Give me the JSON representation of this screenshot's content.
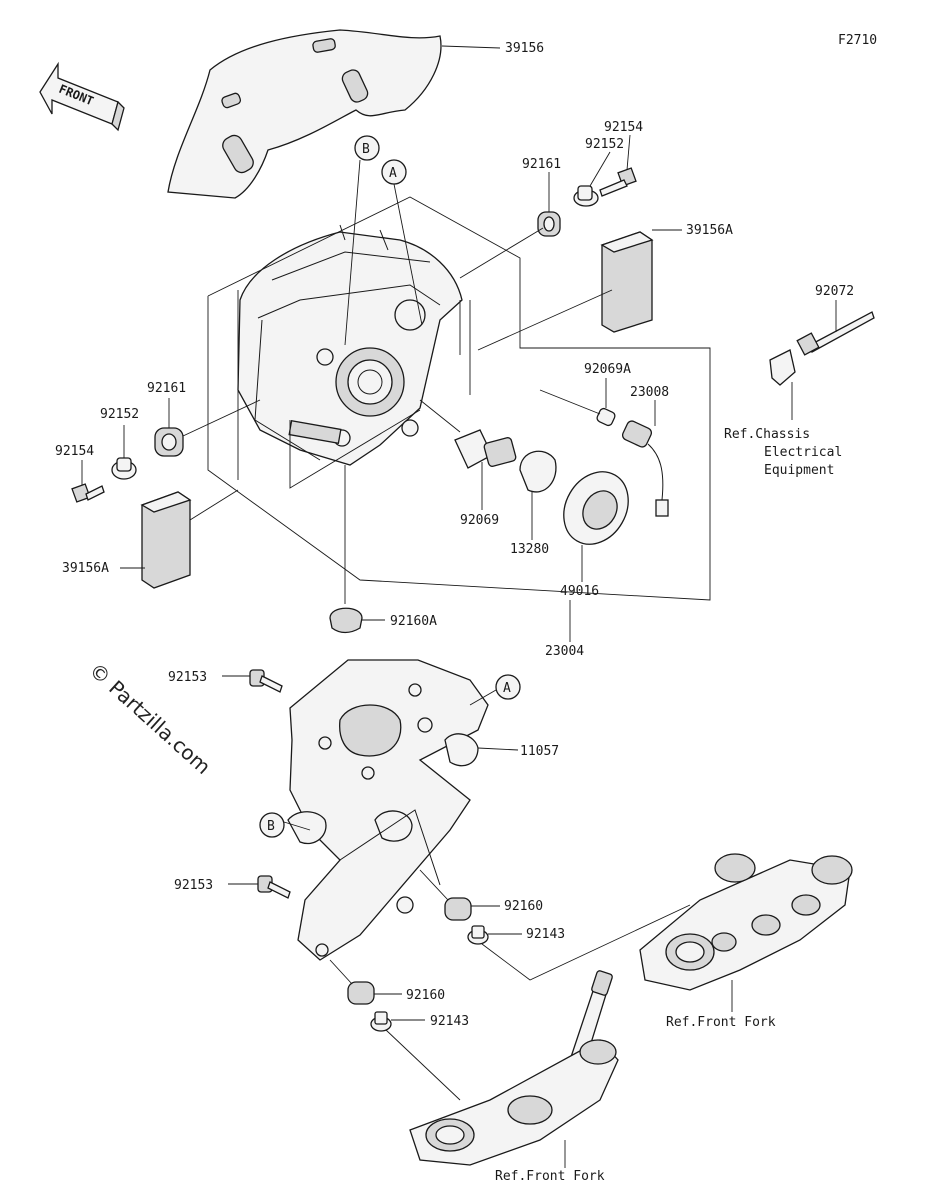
{
  "diagram_id": "F2710",
  "watermark": "© Partzilla.com",
  "front_arrow": "FRONT",
  "callouts": {
    "a": "A",
    "b": "B"
  },
  "labels": {
    "p39156": "39156",
    "p39156a_right": "39156A",
    "p39156a_left": "39156A",
    "p92154_right": "92154",
    "p92152_right": "92152",
    "p92161_right": "92161",
    "p92154_left": "92154",
    "p92152_left": "92152",
    "p92161_left": "92161",
    "p92072": "92072",
    "ref_chassis_1": "Ref.Chassis",
    "ref_chassis_2": "Electrical",
    "ref_chassis_3": "Equipment",
    "p92069a": "92069A",
    "p23008": "23008",
    "p92069": "92069",
    "p13280": "13280",
    "p49016": "49016",
    "p92160a": "92160A",
    "p23004": "23004",
    "p92153_top": "92153",
    "p11057": "11057",
    "p92153_bottom": "92153",
    "p92160_upper": "92160",
    "p92143_upper": "92143",
    "p92160_lower": "92160",
    "p92143_lower": "92143",
    "ref_front_fork_right": "Ref.Front Fork",
    "ref_front_fork_bottom": "Ref.Front Fork"
  }
}
